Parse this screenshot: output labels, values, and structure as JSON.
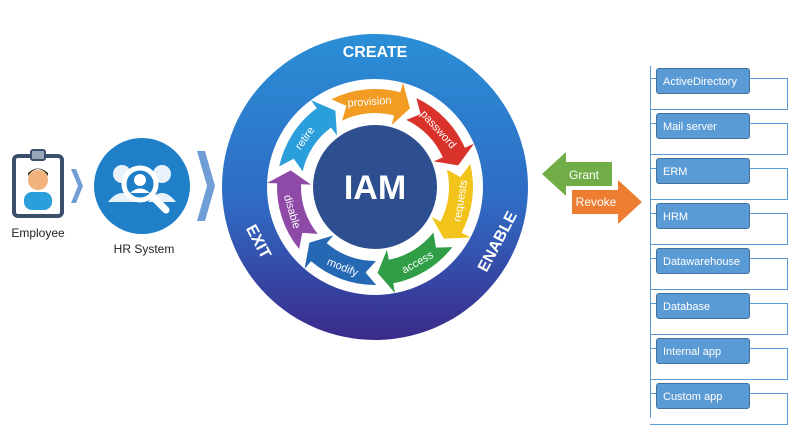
{
  "left": {
    "employee_label": "Employee",
    "hr_label": "HR System"
  },
  "center": {
    "core": "IAM",
    "phases": {
      "create": "CREATE",
      "enable": "ENABLE",
      "exit": "EXIT"
    },
    "steps": [
      "password",
      "requests",
      "access",
      "modify",
      "disable",
      "retire",
      "provision"
    ]
  },
  "right": {
    "grant": "Grant",
    "revoke": "Revoke",
    "systems": [
      "ActiveDirectory",
      "Mail server",
      "ERM",
      "HRM",
      "Datawarehouse",
      "Database",
      "Internal app",
      "Custom app"
    ]
  },
  "colors": {
    "circle_top": "#2a8fd6",
    "circle_bottom": "#3b2a8a",
    "core": "#2e4f8f",
    "password": "#d9322a",
    "requests": "#f2c31b",
    "access": "#2f9e47",
    "modify": "#2569b5",
    "disable": "#8e4aa6",
    "retire": "#2b9fdc",
    "provision": "#f29c24",
    "grant": "#70ad47",
    "revoke": "#ed7d31",
    "system_box": "#5b9bd5"
  }
}
